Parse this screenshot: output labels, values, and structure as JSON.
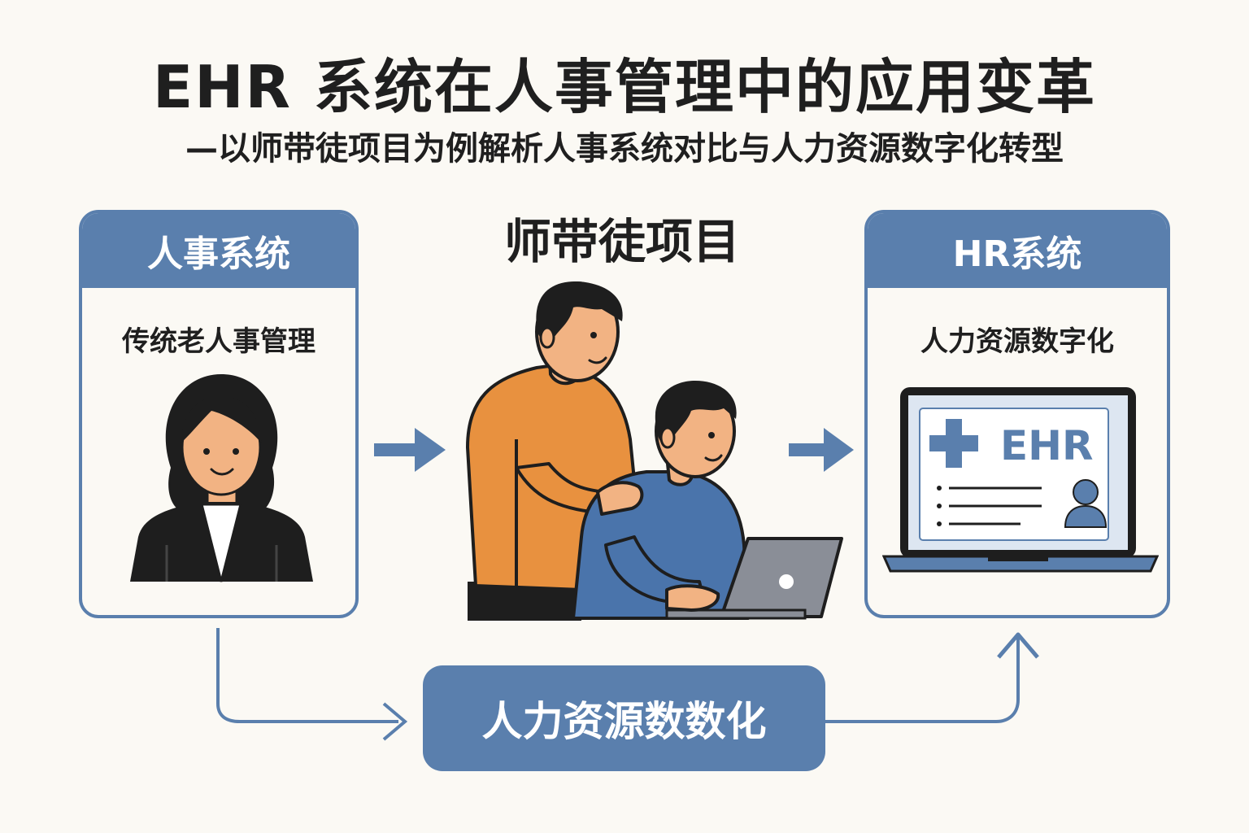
{
  "title": "EHR 系统在人事管理中的应用变革",
  "subtitle": "—以师带徒项目为例解析人事系统对比与人力资源数字化转型",
  "left_panel": {
    "header": "人事系统",
    "description": "传统老人事管理"
  },
  "center": {
    "title": "师带徒项目"
  },
  "right_panel": {
    "header": "HR系统",
    "description": "人力资源数字化",
    "screen_label": "EHR"
  },
  "bottom_box": {
    "label": "人力资源数数化"
  },
  "colors": {
    "primary_blue": "#5a7fad",
    "orange": "#e8913f",
    "background": "#fbf9f4",
    "skin": "#f2b383",
    "dark": "#1e1e1e"
  }
}
